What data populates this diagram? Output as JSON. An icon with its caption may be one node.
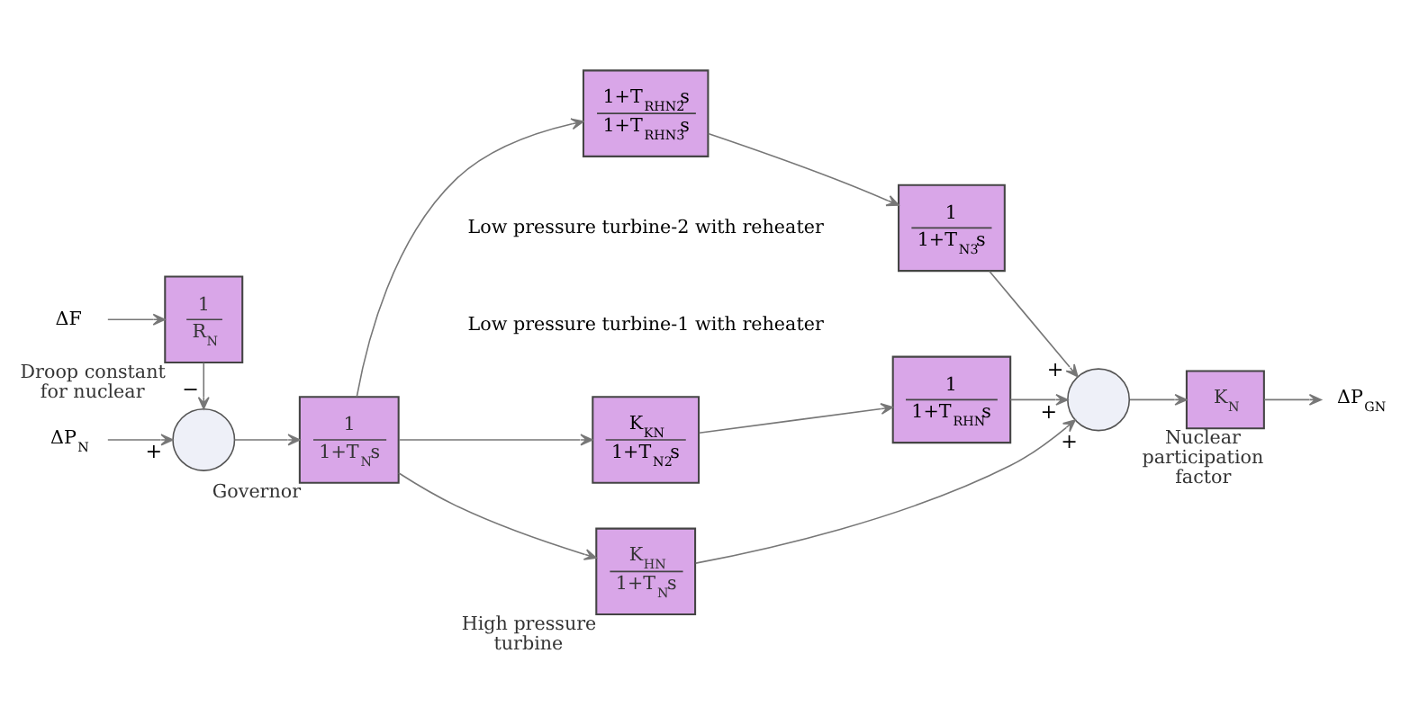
{
  "diagram": {
    "nodes": [
      {
        "text": [],
        "shape": "circle"
      },
      {
        "text": [
          "1",
          "1+T$_{N}$s"
        ],
        "beside": [
          "Governor"
        ]
      },
      {
        "text": [
          "K$_{HN}$",
          "1+T$_{N}$s"
        ],
        "beside": [
          "High pressure turbine"
        ]
      },
      {
        "text": [
          "K$_{KN}$",
          "1+T$_{N2}$s"
        ]
      },
      {
        "text": [
          "1",
          "1+T$_{RHN}$s"
        ]
      },
      {
        "text": [
          "1+T$_{RHN2}$s",
          "1+T$_{RHN3}$s"
        ]
      },
      {
        "text": [
          "1",
          "1+T$_{N3}$s"
        ]
      },
      {
        "text": [],
        "shape": "circle"
      },
      {
        "text": [
          "K$_{N}$"
        ],
        "beside": [
          "Nuclear participation factor"
        ]
      },
      {
        "text": [
          "1",
          "R$_{N}$"
        ],
        "beside": [
          "Droop constant for nuclear"
        ]
      },
      {
        "text": [
          "ΔP$_{N}$"
        ]
      },
      {
        "text": [
          "ΔF"
        ]
      },
      {
        "text": [
          "ΔP$_{GN}$"
        ]
      }
    ],
    "edges": [
      {
        "from": 10,
        "to": 0,
        "arrow": "to",
        "label": "+"
      },
      {
        "from": 0,
        "to": 1,
        "arrow": "to"
      },
      {
        "from": 1,
        "to": 2,
        "arrow": "to"
      },
      {
        "from": 1,
        "to": 3,
        "arrow": "to"
      },
      {
        "from": 1,
        "to": 5,
        "arrow": "to"
      },
      {
        "from": 3,
        "to": 4,
        "arrow": "to"
      },
      {
        "from": 2,
        "to": 7,
        "arrow": "to",
        "label": "+"
      },
      {
        "from": 4,
        "to": 7,
        "arrow": "to",
        "label": "+"
      },
      {
        "from": 5,
        "to": 6,
        "arrow": "to"
      },
      {
        "from": 6,
        "to": 7,
        "arrow": "to",
        "label": "+"
      },
      {
        "from": 7,
        "to": 8,
        "arrow": "to"
      },
      {
        "from": 8,
        "to": 12,
        "arrow": "to"
      },
      {
        "from": 11,
        "to": 9,
        "arrow": "to"
      },
      {
        "from": 9,
        "to": 0,
        "arrow": "to",
        "label": "−"
      }
    ],
    "labels": [
      "Low pressure turbine-1 with reheater",
      "Low pressure turbine-2 with reheater"
    ]
  }
}
